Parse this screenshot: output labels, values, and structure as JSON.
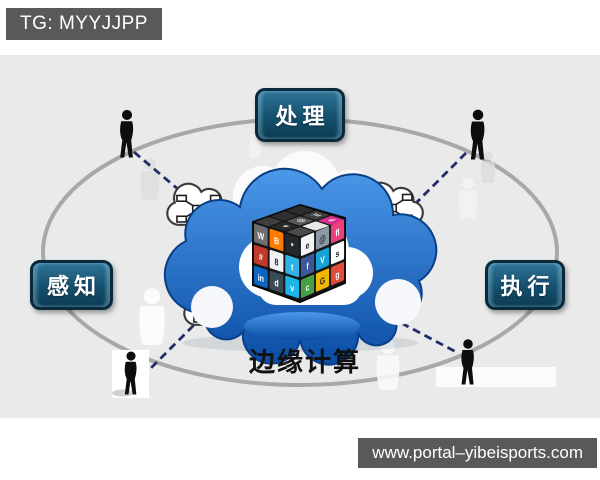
{
  "watermarks": {
    "telegram": "TG: MYYJJPP",
    "website": "www.portal–yibeisports.com"
  },
  "diagram": {
    "title": "边缘计算",
    "nodes": {
      "top": "处理",
      "left": "感知",
      "right": "执行"
    },
    "colors": {
      "panel_bg": "#eaeaea",
      "label_bg": "#58595b",
      "node_bg": "#14506e",
      "node_bg_light": "#2f7396",
      "node_border": "#0a2a3c",
      "ellipse_stroke": "#a8a8a8",
      "dashed_line": "#232d6b",
      "cloud_blue_light": "#4b97e8",
      "cloud_blue_dark": "#0a4da5",
      "cloud_outline": "#0b3f85",
      "mini_cloud_stroke": "#3c3c3c",
      "person_fill": "#0d0d0d",
      "title_color": "#111111"
    },
    "icons": {
      "edge_nodes": "network-mesh-cloud-icon",
      "center": "social-apps-cube-icon",
      "corners": "person-silhouette-icon"
    }
  },
  "cube": {
    "top": [
      {
        "c": "#3d3d3d",
        "g": ""
      },
      {
        "c": "#2a2a2a",
        "g": "a"
      },
      {
        "c": "#4a4a4a",
        "g": ""
      },
      {
        "c": "#303030",
        "g": ""
      },
      {
        "c": "#585858",
        "g": "@"
      },
      {
        "c": "#e8e8e8",
        "g": ""
      },
      {
        "c": "#2d2d2d",
        "g": ""
      },
      {
        "c": "#3f3f3f",
        "g": "in"
      },
      {
        "c": "#d6308f",
        "g": "fl"
      }
    ],
    "left": [
      {
        "c": "#6d6e71",
        "g": "W"
      },
      {
        "c": "#ff7b00",
        "g": "B"
      },
      {
        "c": "#23272b",
        "g": "*"
      },
      {
        "c": "#c0392b",
        "g": "#"
      },
      {
        "c": "#f2f2f2",
        "g": "8"
      },
      {
        "c": "#2eb2e8",
        "g": "t"
      },
      {
        "c": "#0a66c2",
        "g": "in"
      },
      {
        "c": "#394b55",
        "g": "d"
      },
      {
        "c": "#1bb7ea",
        "g": "v"
      }
    ],
    "right": [
      {
        "c": "#f4f4f4",
        "g": "e"
      },
      {
        "c": "#8d9aa5",
        "g": "@"
      },
      {
        "c": "#ec407a",
        "g": "fl"
      },
      {
        "c": "#3b5998",
        "g": "f"
      },
      {
        "c": "#16a3d6",
        "g": "V"
      },
      {
        "c": "#fdfdfd",
        "g": "s"
      },
      {
        "c": "#43a047",
        "g": "c"
      },
      {
        "c": "#f2b705",
        "g": "G"
      },
      {
        "c": "#e04b3a",
        "g": "g"
      }
    ]
  }
}
